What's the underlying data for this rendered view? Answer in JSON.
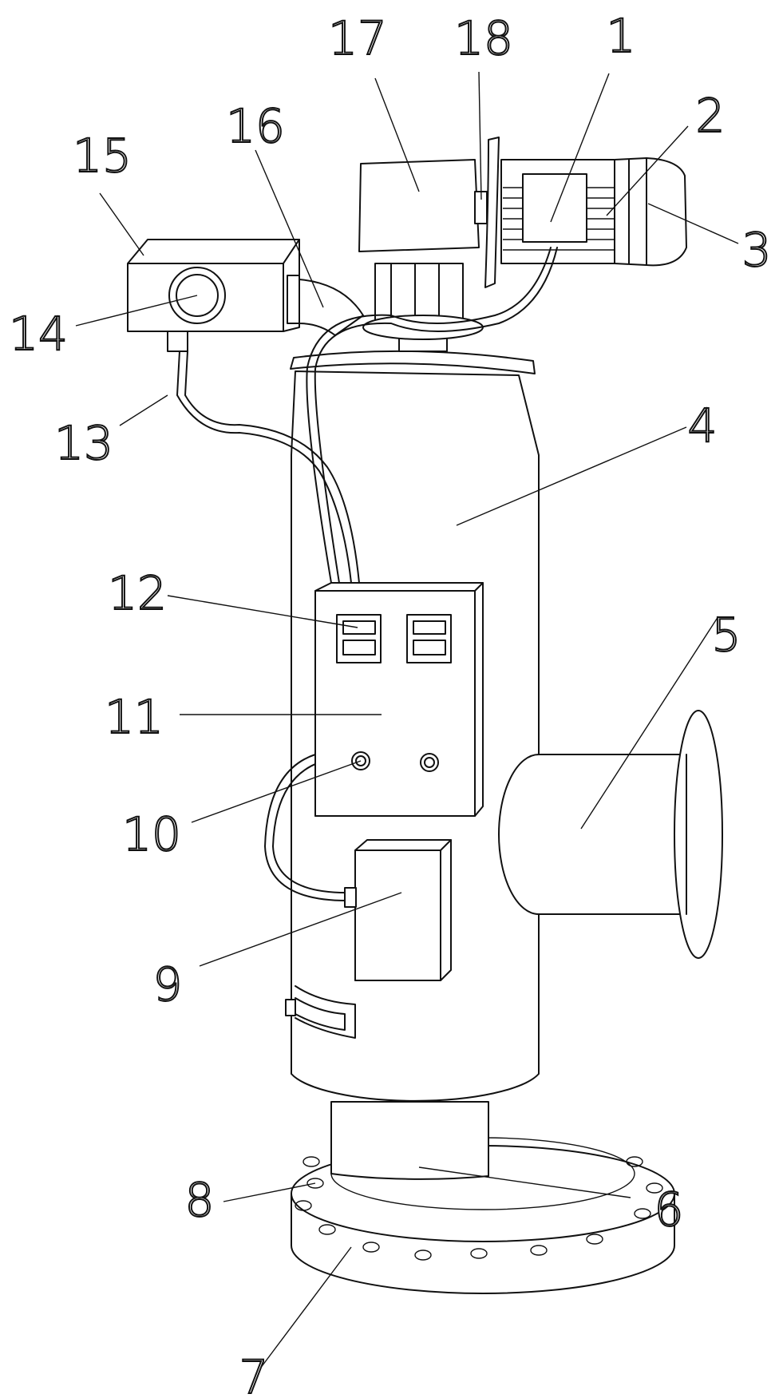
{
  "labels": {
    "n1": "1",
    "n2": "2",
    "n3": "3",
    "n4": "4",
    "n5": "5",
    "n6": "6",
    "n7": "7",
    "n8": "8",
    "n9": "9",
    "n10": "10",
    "n11": "11",
    "n12": "12",
    "n13": "13",
    "n14": "14",
    "n15": "15",
    "n16": "16",
    "n17": "17",
    "n18": "18"
  },
  "colors": {
    "line": "#111111",
    "background": "#ffffff"
  }
}
